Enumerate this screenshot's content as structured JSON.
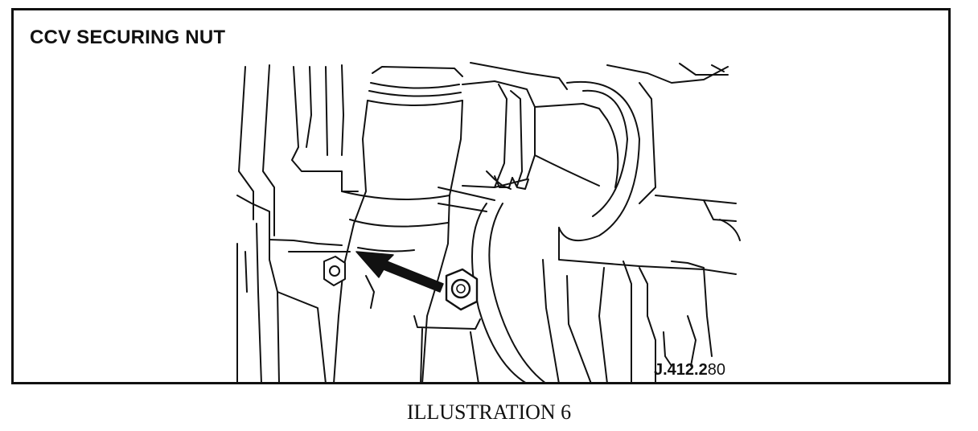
{
  "panel": {
    "title": "CCV SECURING NUT",
    "figure_ref_main": "J.412.2",
    "figure_ref_suffix": "80"
  },
  "caption": "ILLUSTRATION 6",
  "illustration": {
    "subject": "CCV securing nut",
    "arrow_icon": "arrow-icon"
  },
  "colors": {
    "ink": "#111111",
    "paper": "#ffffff"
  }
}
